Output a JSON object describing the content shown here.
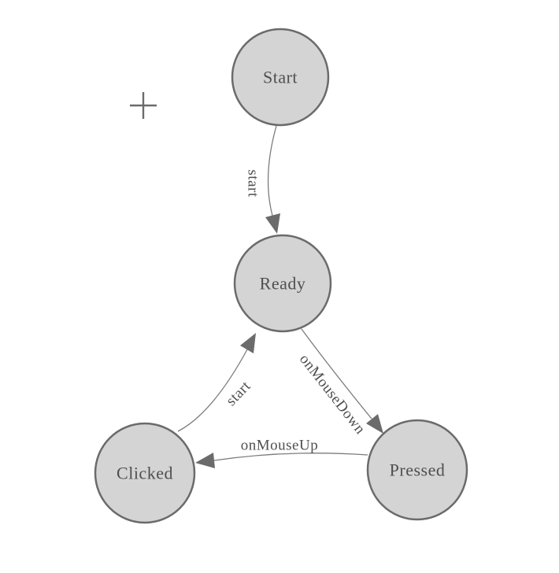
{
  "diagram": {
    "type": "state-machine",
    "nodes": [
      {
        "id": "start",
        "label": "Start"
      },
      {
        "id": "ready",
        "label": "Ready"
      },
      {
        "id": "clicked",
        "label": "Clicked"
      },
      {
        "id": "pressed",
        "label": "Pressed"
      }
    ],
    "edges": [
      {
        "from": "Start",
        "to": "Ready",
        "label": "start"
      },
      {
        "from": "Clicked",
        "to": "Ready",
        "label": "start"
      },
      {
        "from": "Ready",
        "to": "Pressed",
        "label": "onMouseDown"
      },
      {
        "from": "Pressed",
        "to": "Clicked",
        "label": "onMouseUp"
      }
    ],
    "colors": {
      "node_fill": "#d4d4d4",
      "node_stroke": "#6b6b6b",
      "edge_stroke": "#7c7c7c",
      "arrow_fill": "#6b6b6b",
      "text": "#4f4f4f"
    },
    "controls": {
      "add_icon": "plus-icon"
    }
  }
}
